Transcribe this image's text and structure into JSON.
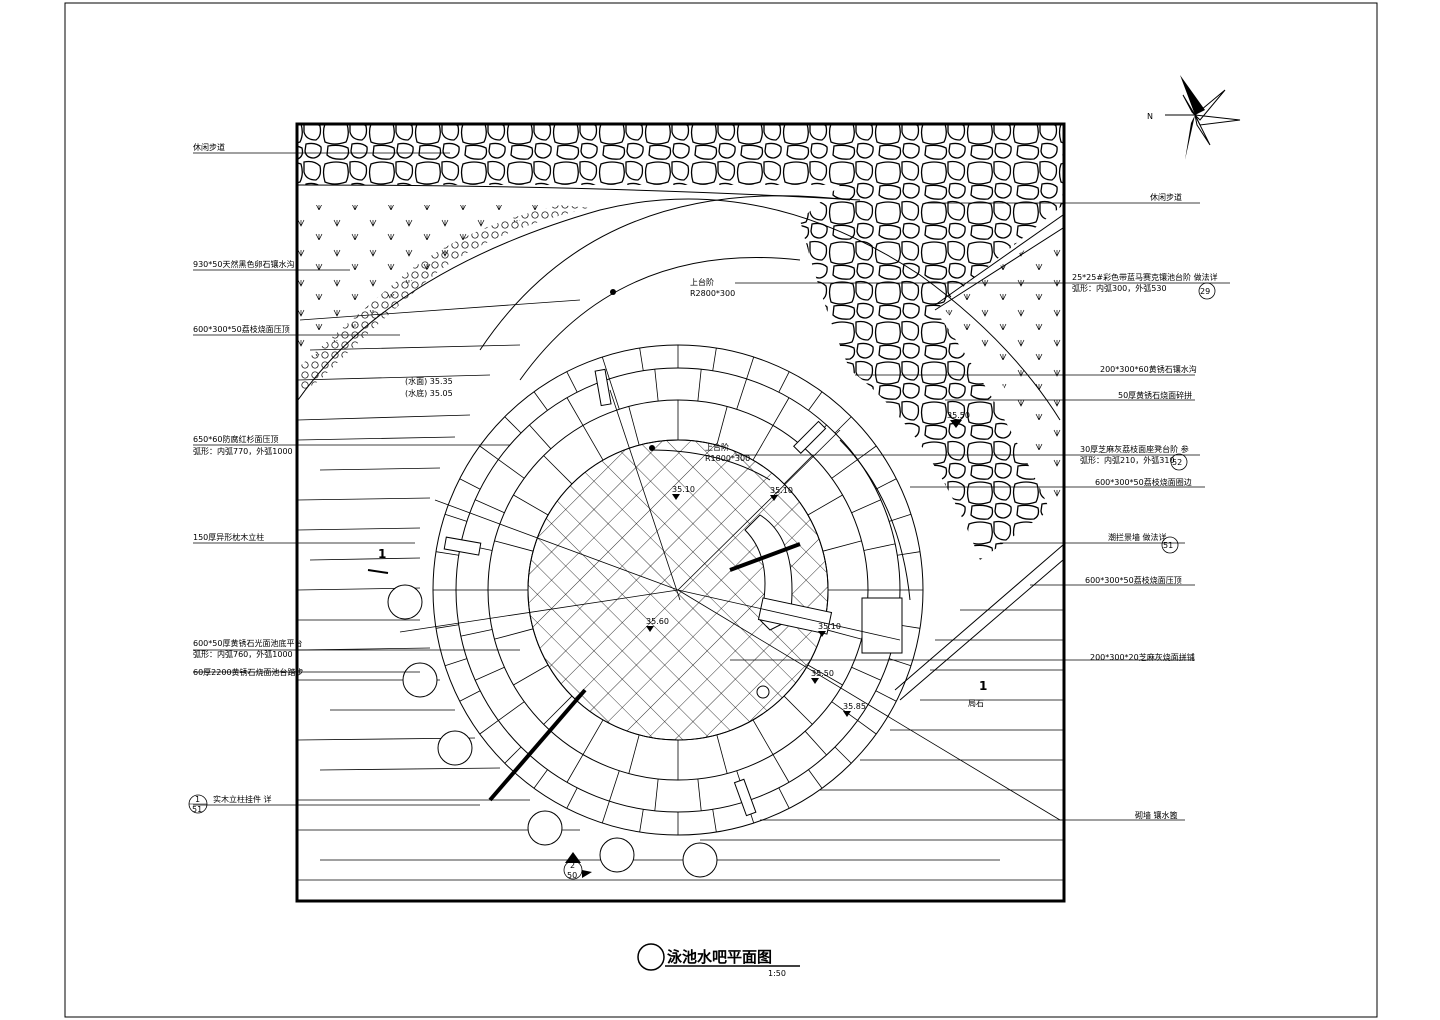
{
  "drawing": {
    "title": "泳池水吧平面图",
    "scale": "1:50",
    "title_index": ""
  },
  "labels_left": [
    "休闲步道",
    "930*50天然黑色卵石镶水沟",
    "600*300*50荔枝烧面压顶",
    "650*60防腐红杉面压顶",
    "弧形：内弧770，外弧1000",
    "150厚异形枕木立柱",
    "600*50厚黄锈石光面池底平台",
    "弧形：内弧760，外弧1000",
    "60厚2200黄锈石烧面池台踏步",
    "实木立柱挂件 详"
  ],
  "labels_right": [
    "休闲步道",
    "25*25#彩色带蓝马赛克镶池台阶 做法详",
    "弧形：内弧300，外弧530",
    "200*300*60黄锈石镶水沟",
    "50厚黄锈石烧面碎拼",
    "30厚芝麻灰荔枝面座凳台阶 参",
    "弧形：内弧210，外弧310",
    "600*300*50荔枝烧面圈边",
    "潮拦景墙 做法详",
    "600*300*50荔枝烧面压顶",
    "200*300*20芝麻灰烧面拼铺",
    "砌墙 镶水篦"
  ],
  "water_levels": [
    "(水面) 35.35",
    "(水底) 35.05"
  ],
  "steps_labels": [
    "上台阶",
    "R2800*300",
    "上台阶",
    "R1800*300"
  ],
  "elevations": [
    "35.10",
    "35.10",
    "35.60",
    "35.10",
    "35.50",
    "35.85",
    "35.50"
  ],
  "section_marks": {
    "left": "1",
    "right": "1",
    "right_note": "局石",
    "detail_top": "1",
    "detail_bottom": "51",
    "detail2_top": "2",
    "detail2_bottom": "50"
  },
  "detail_refs": [
    "29",
    "52",
    "51"
  ],
  "compass_letter": "N"
}
